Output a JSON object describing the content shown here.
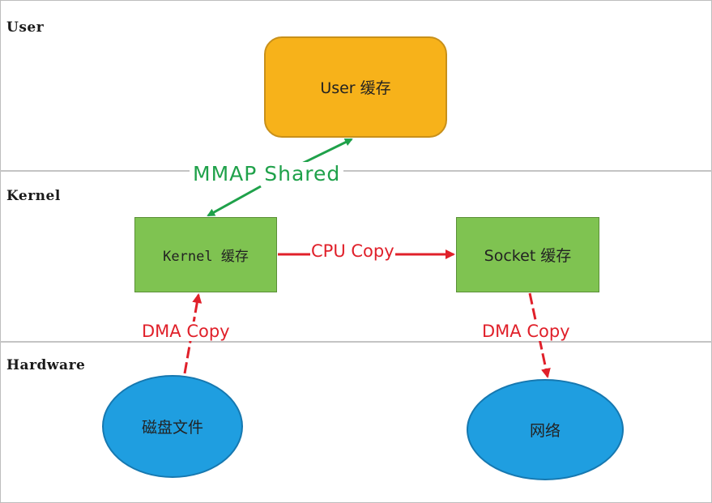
{
  "layers": {
    "user": "User",
    "kernel": "Kernel",
    "hardware": "Hardware"
  },
  "nodes": {
    "user_cache": "User 缓存",
    "kernel_cache": "Kernel 缓存",
    "socket_cache": "Socket 缓存",
    "disk_file": "磁盘文件",
    "network": "网络"
  },
  "edges": {
    "mmap_shared": "MMAP  Shared",
    "cpu_copy": "CPU  Copy",
    "dma_copy_in": "DMA  Copy",
    "dma_copy_out": "DMA  Copy"
  },
  "colors": {
    "user_fill": "#f7b21a",
    "kernel_fill": "#7fc351",
    "hardware_fill": "#1f9ee0",
    "mmap_arrow": "#1fa14a",
    "copy_arrow": "#e0202a"
  }
}
